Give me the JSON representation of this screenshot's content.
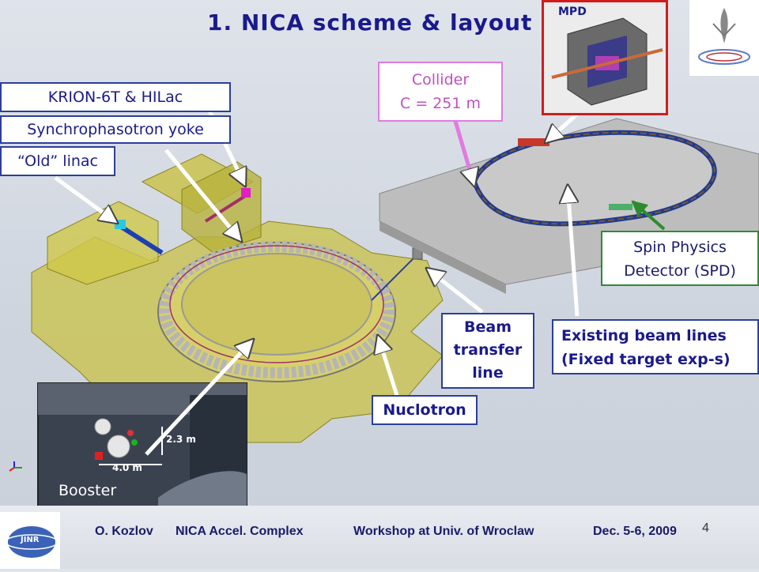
{
  "title": "1. NICA scheme & layout",
  "labels": {
    "krion": "KRION-6T & HILac",
    "yoke": "Synchrophasotron yoke",
    "linac": "“Old” linac",
    "collider_line1": "Collider",
    "collider_line2": "C = 251 m",
    "mpd": "MPD",
    "spd_line1": "Spin Physics",
    "spd_line2": "Detector (SPD)",
    "beam_transfer_line1": "Beam",
    "beam_transfer_line2": "transfer",
    "beam_transfer_line3": "line",
    "existing_line1": "Existing beam lines",
    "existing_line2": "(Fixed target exp-s)",
    "nuclotron": "Nuclotron",
    "booster": "Booster",
    "dim_height": "2.3 m",
    "dim_width": "4.0 m"
  },
  "footer": {
    "author": "O. Kozlov",
    "project": "NICA Accel. Complex",
    "event": "Workshop at Univ. of Wroclaw",
    "date": "Dec. 5-6, 2009",
    "page": "4"
  },
  "logos": {
    "jinr_text": "JINR"
  },
  "colors": {
    "title": "#1a1a8c",
    "label_border": "#2b3f9a",
    "collider_border": "#e07be0",
    "mpd_border": "#d01c1c",
    "spd_border": "#2e8b2e",
    "building": "#c8c24a",
    "arrow": "#ffffff"
  }
}
